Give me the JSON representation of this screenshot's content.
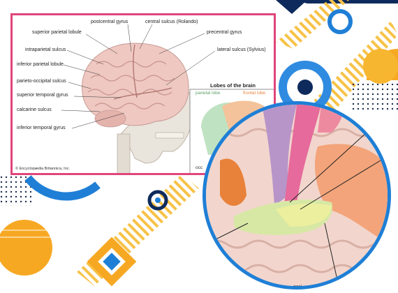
{
  "labels": {
    "postcentral_gyrus": "postcentral gyrus",
    "central_sulcus": "central sulcus (Rolando)",
    "superior_parietal_lobule": "superior parietal lobule",
    "precentral_gyrus": "precentral gyrus",
    "intraparietal_sulcus": "intraparietal sulcus",
    "lateral_sulcus": "lateral sulcus (Sylvius)",
    "inferior_parietal_lobule": "inferior parietal lobule",
    "parieto_occipital_sulcus": "parieto-occipital sulcus",
    "superior_temporal_gyrus": "superior temporal gyrus",
    "calcarine_sulcus": "calcarine sulcus",
    "inferior_temporal_gyrus": "inferior temporal gyrus"
  },
  "copyright": "© Encyclopædia Britannica, Inc.",
  "inset": {
    "title": "Lobes of the brain",
    "parietal": "parietal lobe",
    "frontal": "frontal lobe",
    "occipital_partial": "occ"
  },
  "bottom_partial": "occi",
  "colors": {
    "frame_pink": "#e0457b",
    "circle_blue": "#1f7fd6",
    "accent_orange": "#f7a823",
    "navy": "#0e2a5c",
    "parietal_lobe": "#5aa06a",
    "frontal_lobe": "#e8813a"
  }
}
